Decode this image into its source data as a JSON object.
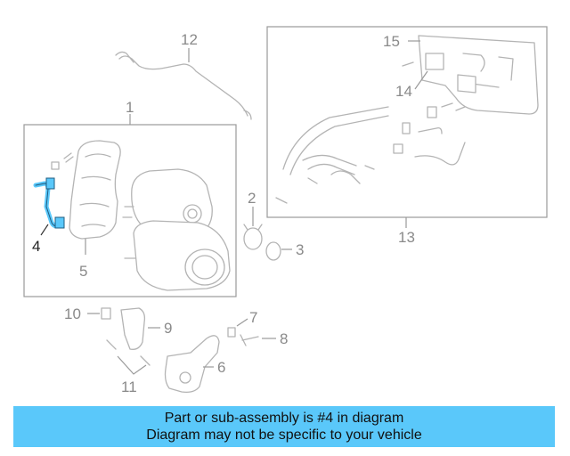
{
  "callouts": {
    "c1": "1",
    "c2": "2",
    "c3": "3",
    "c4": "4",
    "c5": "5",
    "c6": "6",
    "c7": "7",
    "c8": "8",
    "c9": "9",
    "c10": "10",
    "c11": "11",
    "c12": "12",
    "c13": "13",
    "c14": "14",
    "c15": "15"
  },
  "highlight": {
    "part_number": "4",
    "color": "#5ac8fa"
  },
  "banner": {
    "line1": "Part or sub-assembly is #4 in diagram",
    "line2": "Diagram may not be specific to your vehicle",
    "background": "#5ac8fa"
  }
}
